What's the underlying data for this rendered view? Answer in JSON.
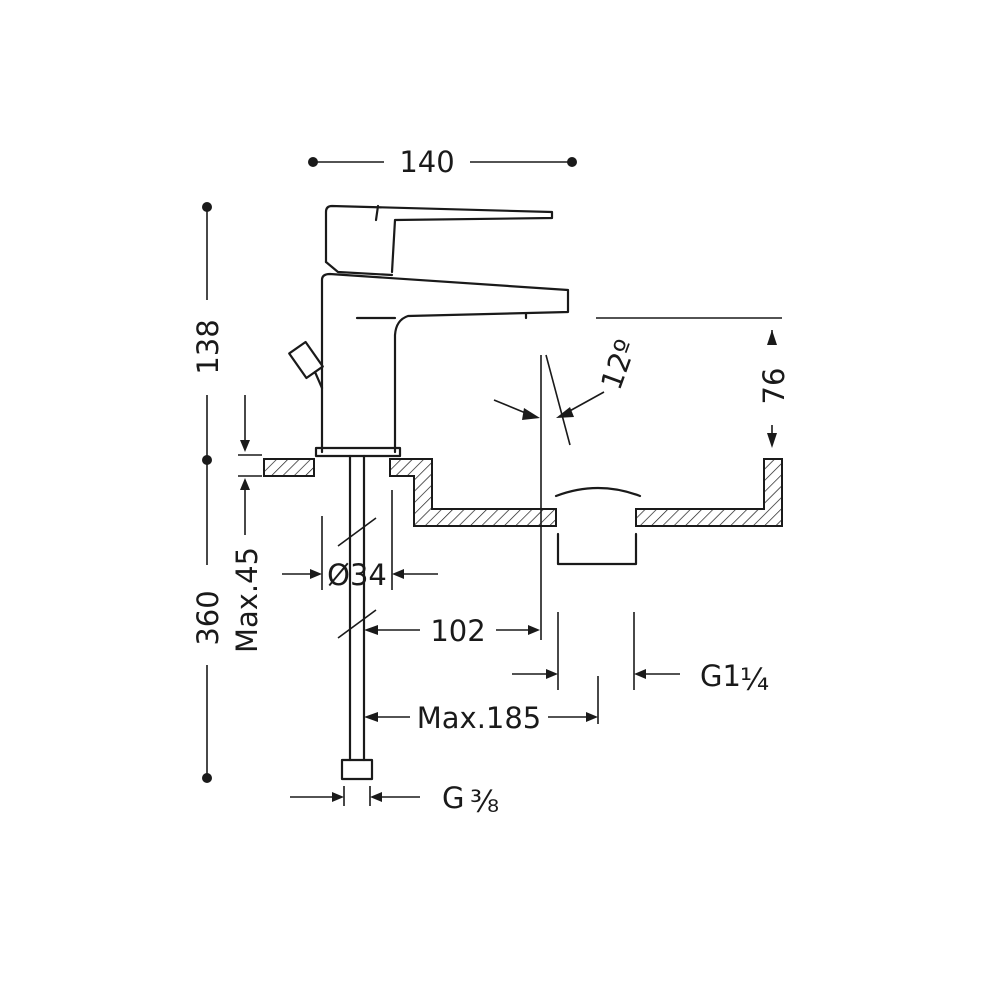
{
  "dimensions": {
    "width": "140",
    "height_top": "138",
    "total_height": "360",
    "max_counter": "Max.45",
    "spout_height": "76",
    "angle": "12º",
    "body_diameter": "Ø34",
    "projection": "102",
    "max_reach": "Max.185",
    "waste_thread_main": "G1",
    "waste_thread_frac": "¼",
    "supply_thread_main": "G",
    "supply_thread_frac": "⅜"
  }
}
